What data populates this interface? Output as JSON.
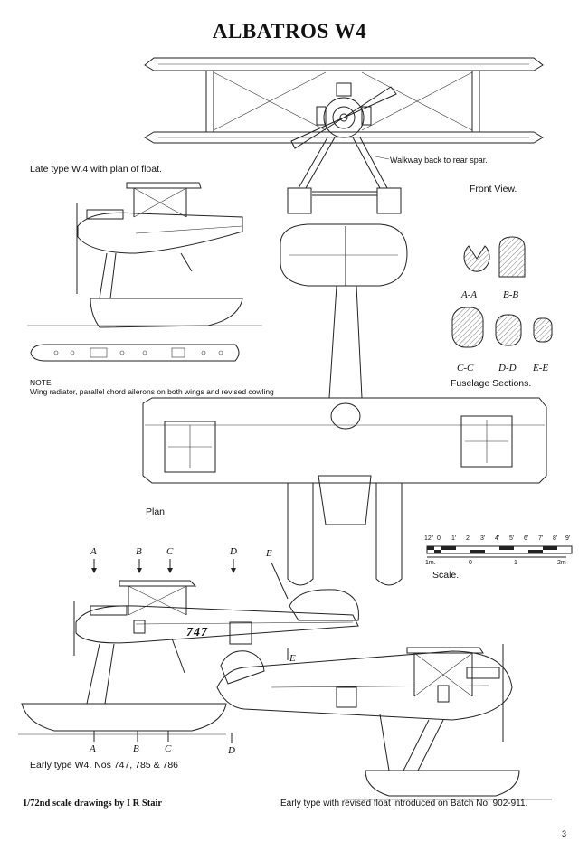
{
  "title": "ALBATROS W4",
  "labels": {
    "late_type": "Late type W.4 with plan of float.",
    "walkway": "Walkway back to rear spar.",
    "front_view": "Front View.",
    "note_heading": "NOTE",
    "note_text": "Wing radiator, parallel chord ailerons on both wings and revised cowling",
    "fuselage_sections": "Fuselage Sections.",
    "plan": "Plan",
    "scale": "Scale.",
    "early_type": "Early type W4. Nos 747, 785 & 786",
    "credit": "1/72nd scale drawings by I R Stair",
    "revised_float": "Early type with revised float introduced on Batch No. 902-911.",
    "page_number": "3"
  },
  "sections": [
    "A-A",
    "B-B",
    "C-C",
    "D-D",
    "E-E"
  ],
  "section_markers_top": [
    "A",
    "B",
    "C",
    "D",
    "E"
  ],
  "section_markers_bottom": [
    "A",
    "B",
    "C",
    "D"
  ],
  "section_marker_side": "E",
  "scale_bar": {
    "feet_ticks": [
      "12\"",
      "0",
      "1'",
      "2'",
      "3'",
      "4'",
      "5'",
      "6'",
      "7'",
      "8'",
      "9'"
    ],
    "metre_ticks": [
      "1m.",
      "0",
      "1",
      "2m"
    ]
  },
  "fuselage_code": "747"
}
